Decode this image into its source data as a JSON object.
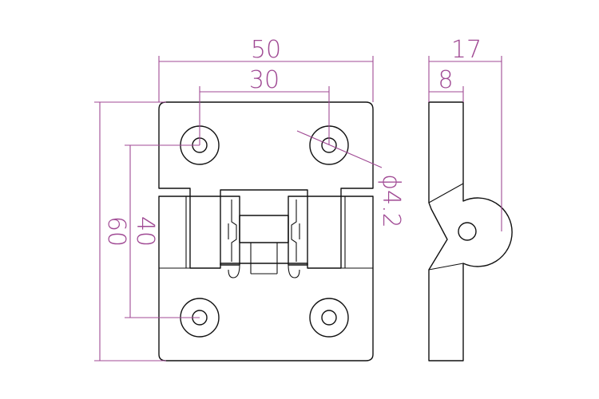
{
  "dimensions": {
    "total_width": "50",
    "hole_spacing_horizontal": "30",
    "total_height": "60",
    "hole_spacing_vertical": "40",
    "hole_diameter": "ϕ4.2",
    "side_total_depth": "17",
    "side_leaf_thickness": "8"
  },
  "colors": {
    "part_outline": "#111111",
    "dimension": "#a04a94",
    "background": "#ffffff"
  }
}
